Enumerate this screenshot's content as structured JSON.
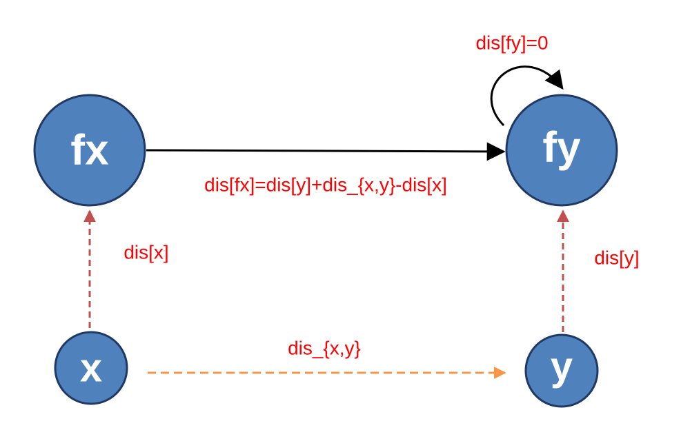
{
  "colors": {
    "node_fill": "#4f81bd",
    "node_stroke": "#1f3864",
    "node_text": "#ffffff",
    "label_text": "#ff0000",
    "edge_solid": "#000000",
    "edge_dashed_red": "#c0504d",
    "edge_dashed_orange": "#f79646"
  },
  "nodes": {
    "fx": {
      "label": "fx"
    },
    "fy": {
      "label": "fy"
    },
    "x": {
      "label": "x"
    },
    "y": {
      "label": "y"
    }
  },
  "edges": {
    "fx_to_fy": {
      "label": "dis[fx]=dis[y]+dis_{x,y}-dis[x]",
      "style": "solid"
    },
    "fy_self_loop": {
      "label": "dis[fy]=0",
      "style": "solid"
    },
    "x_to_fx": {
      "label": "dis[x]",
      "style": "dashed"
    },
    "y_to_fy": {
      "label": "dis[y]",
      "style": "dashed"
    },
    "x_to_y": {
      "label": "dis_{x,y}",
      "style": "dashed"
    }
  }
}
